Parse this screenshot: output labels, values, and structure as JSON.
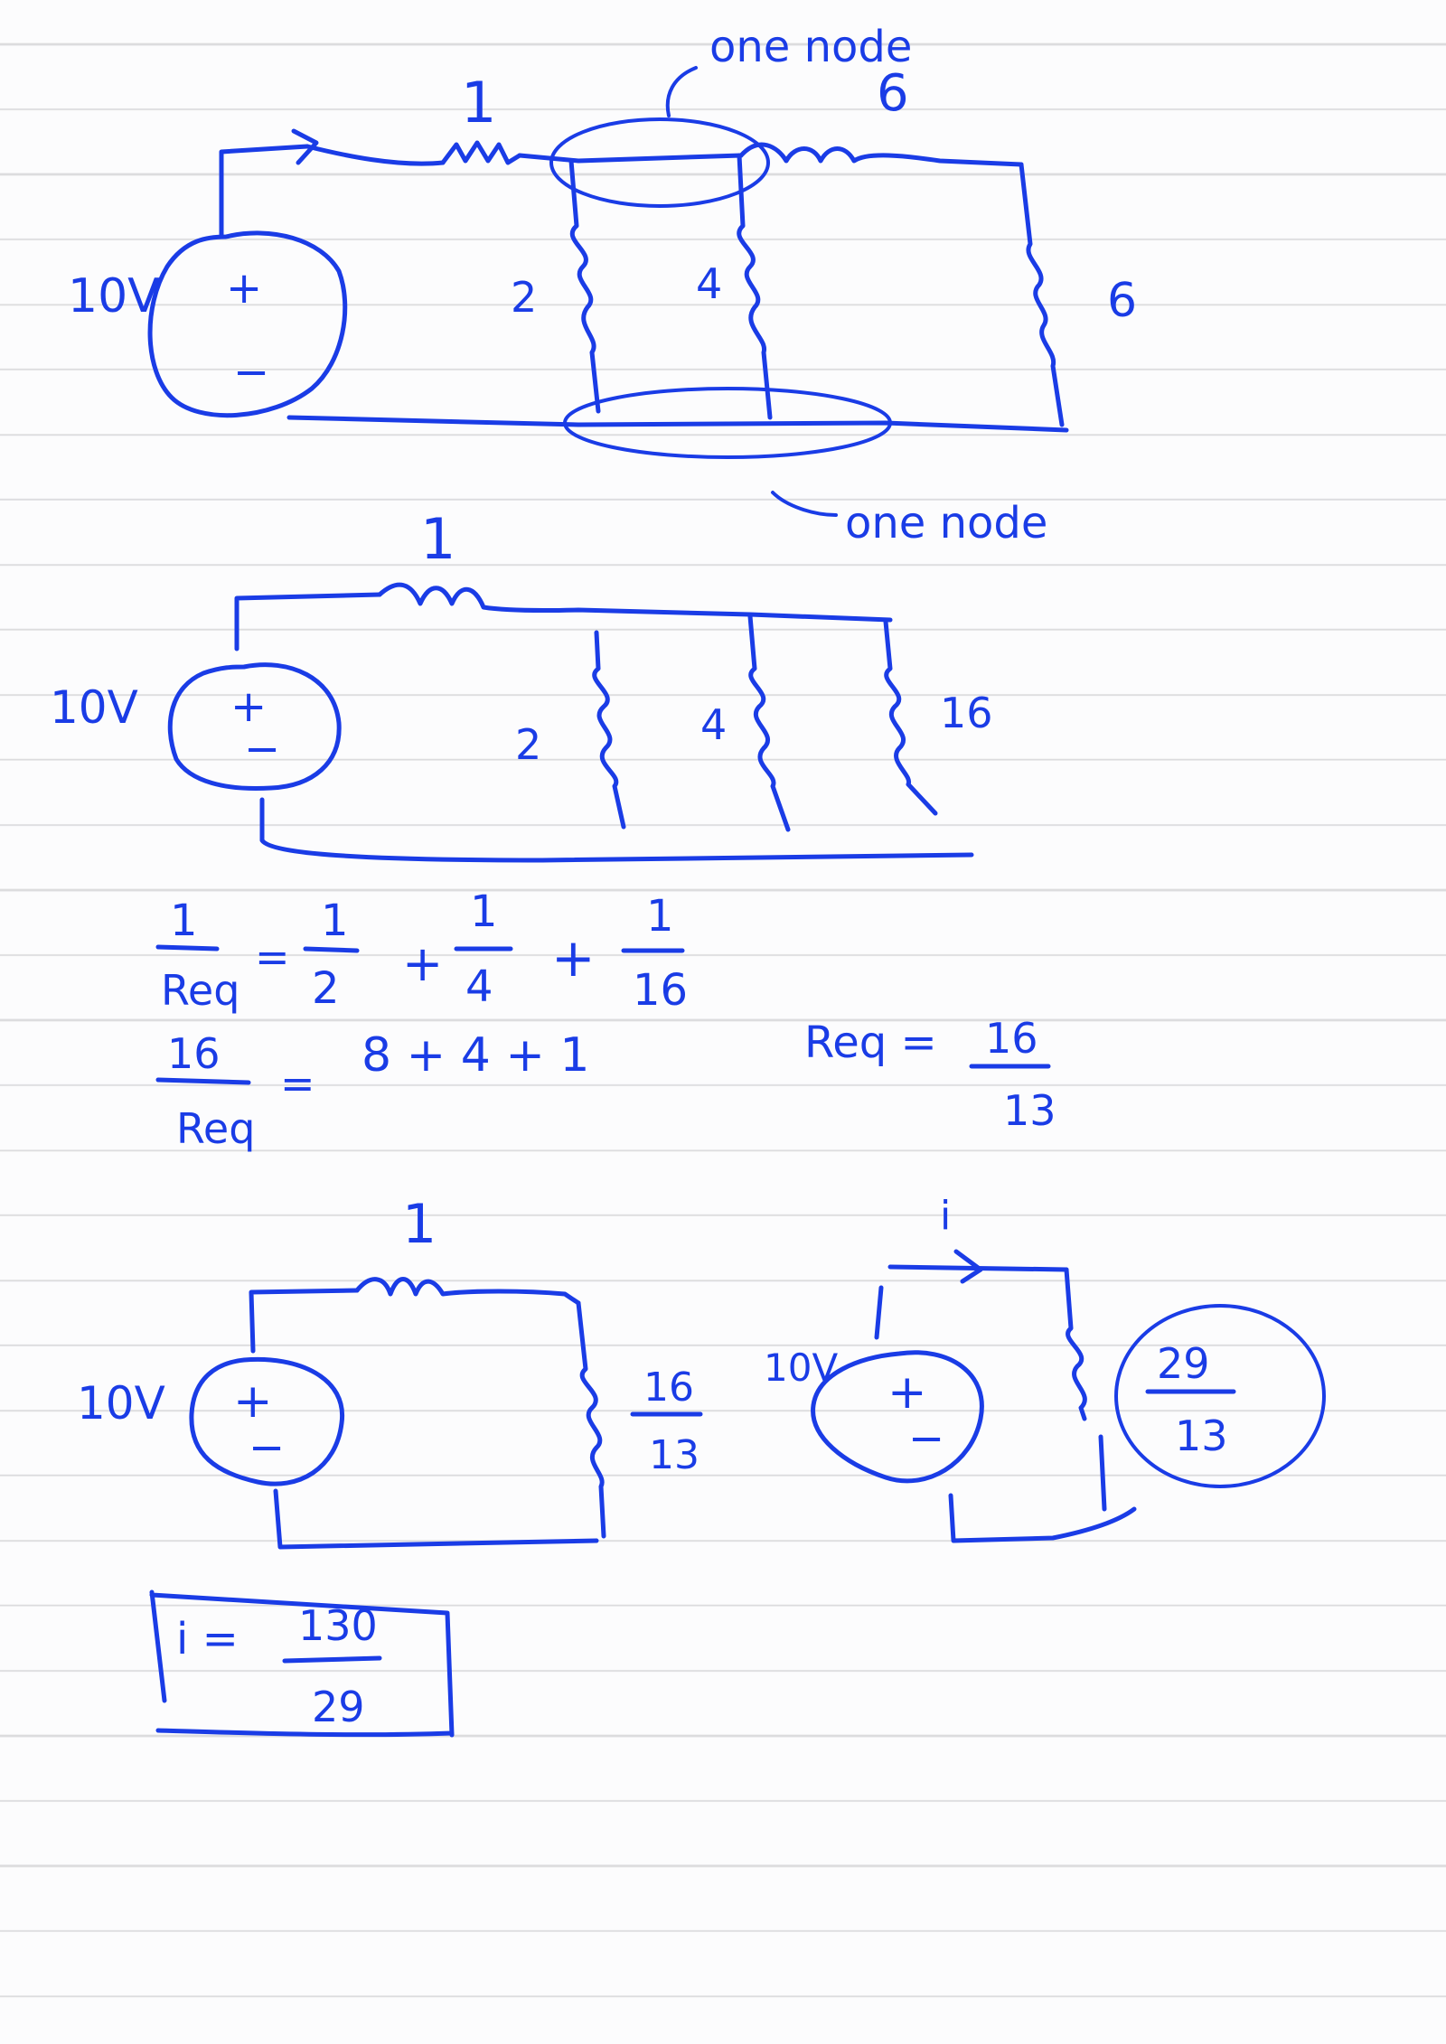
{
  "circuit1": {
    "source_label": "10V",
    "source_plus": "+",
    "source_minus": "−",
    "r_series": "1",
    "r_parallel_a": "2",
    "r_parallel_b": "4",
    "r_top_right": "6",
    "r_right": "6",
    "note_top": "one node",
    "note_bottom": "one node"
  },
  "circuit2": {
    "source_label": "10V",
    "source_plus": "+",
    "source_minus": "−",
    "r_series": "1",
    "r_a": "2",
    "r_b": "4",
    "r_c": "16"
  },
  "equations": {
    "lhs1_num": "1",
    "lhs1_den": "Req",
    "eq1": "=",
    "t1_num": "1",
    "t1_den": "2",
    "plus1": "+",
    "t2_num": "1",
    "t2_den": "4",
    "plus2": "+",
    "t3_num": "1",
    "t3_den": "16",
    "lhs2_num": "16",
    "lhs2_den": "Req",
    "eq2": "=",
    "rhs2": "8 + 4 + 1",
    "req_label": "Req =",
    "req_num": "16",
    "req_den": "13"
  },
  "circuit3": {
    "source_label": "10V",
    "source_plus": "+",
    "source_minus": "−",
    "r_series": "1",
    "r_load_num": "16",
    "r_load_den": "13"
  },
  "circuit4": {
    "source_label": "10V",
    "source_plus": "+",
    "source_minus": "−",
    "current_label": "i",
    "r_total_num": "29",
    "r_total_den": "13"
  },
  "answer": {
    "lhs": "i =",
    "num": "130",
    "den": "29"
  }
}
